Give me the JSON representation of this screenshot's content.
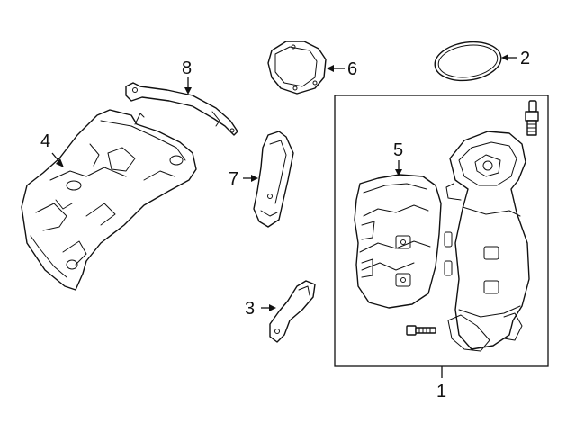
{
  "diagram": {
    "background": "#ffffff",
    "line_color": "#111111",
    "parts": [
      {
        "id": "1",
        "label": "1",
        "icon": "catalytic-converter-assembly-box"
      },
      {
        "id": "2",
        "label": "2",
        "icon": "gasket-ring-icon"
      },
      {
        "id": "3",
        "label": "3",
        "icon": "support-bracket-icon"
      },
      {
        "id": "4",
        "label": "4",
        "icon": "upper-heat-shield-icon"
      },
      {
        "id": "5",
        "label": "5",
        "icon": "converter-heat-shield-icon"
      },
      {
        "id": "6",
        "label": "6",
        "icon": "flange-gasket-icon"
      },
      {
        "id": "7",
        "label": "7",
        "icon": "heat-shield-bracket-icon"
      },
      {
        "id": "8",
        "label": "8",
        "icon": "brace-bracket-icon"
      }
    ]
  }
}
